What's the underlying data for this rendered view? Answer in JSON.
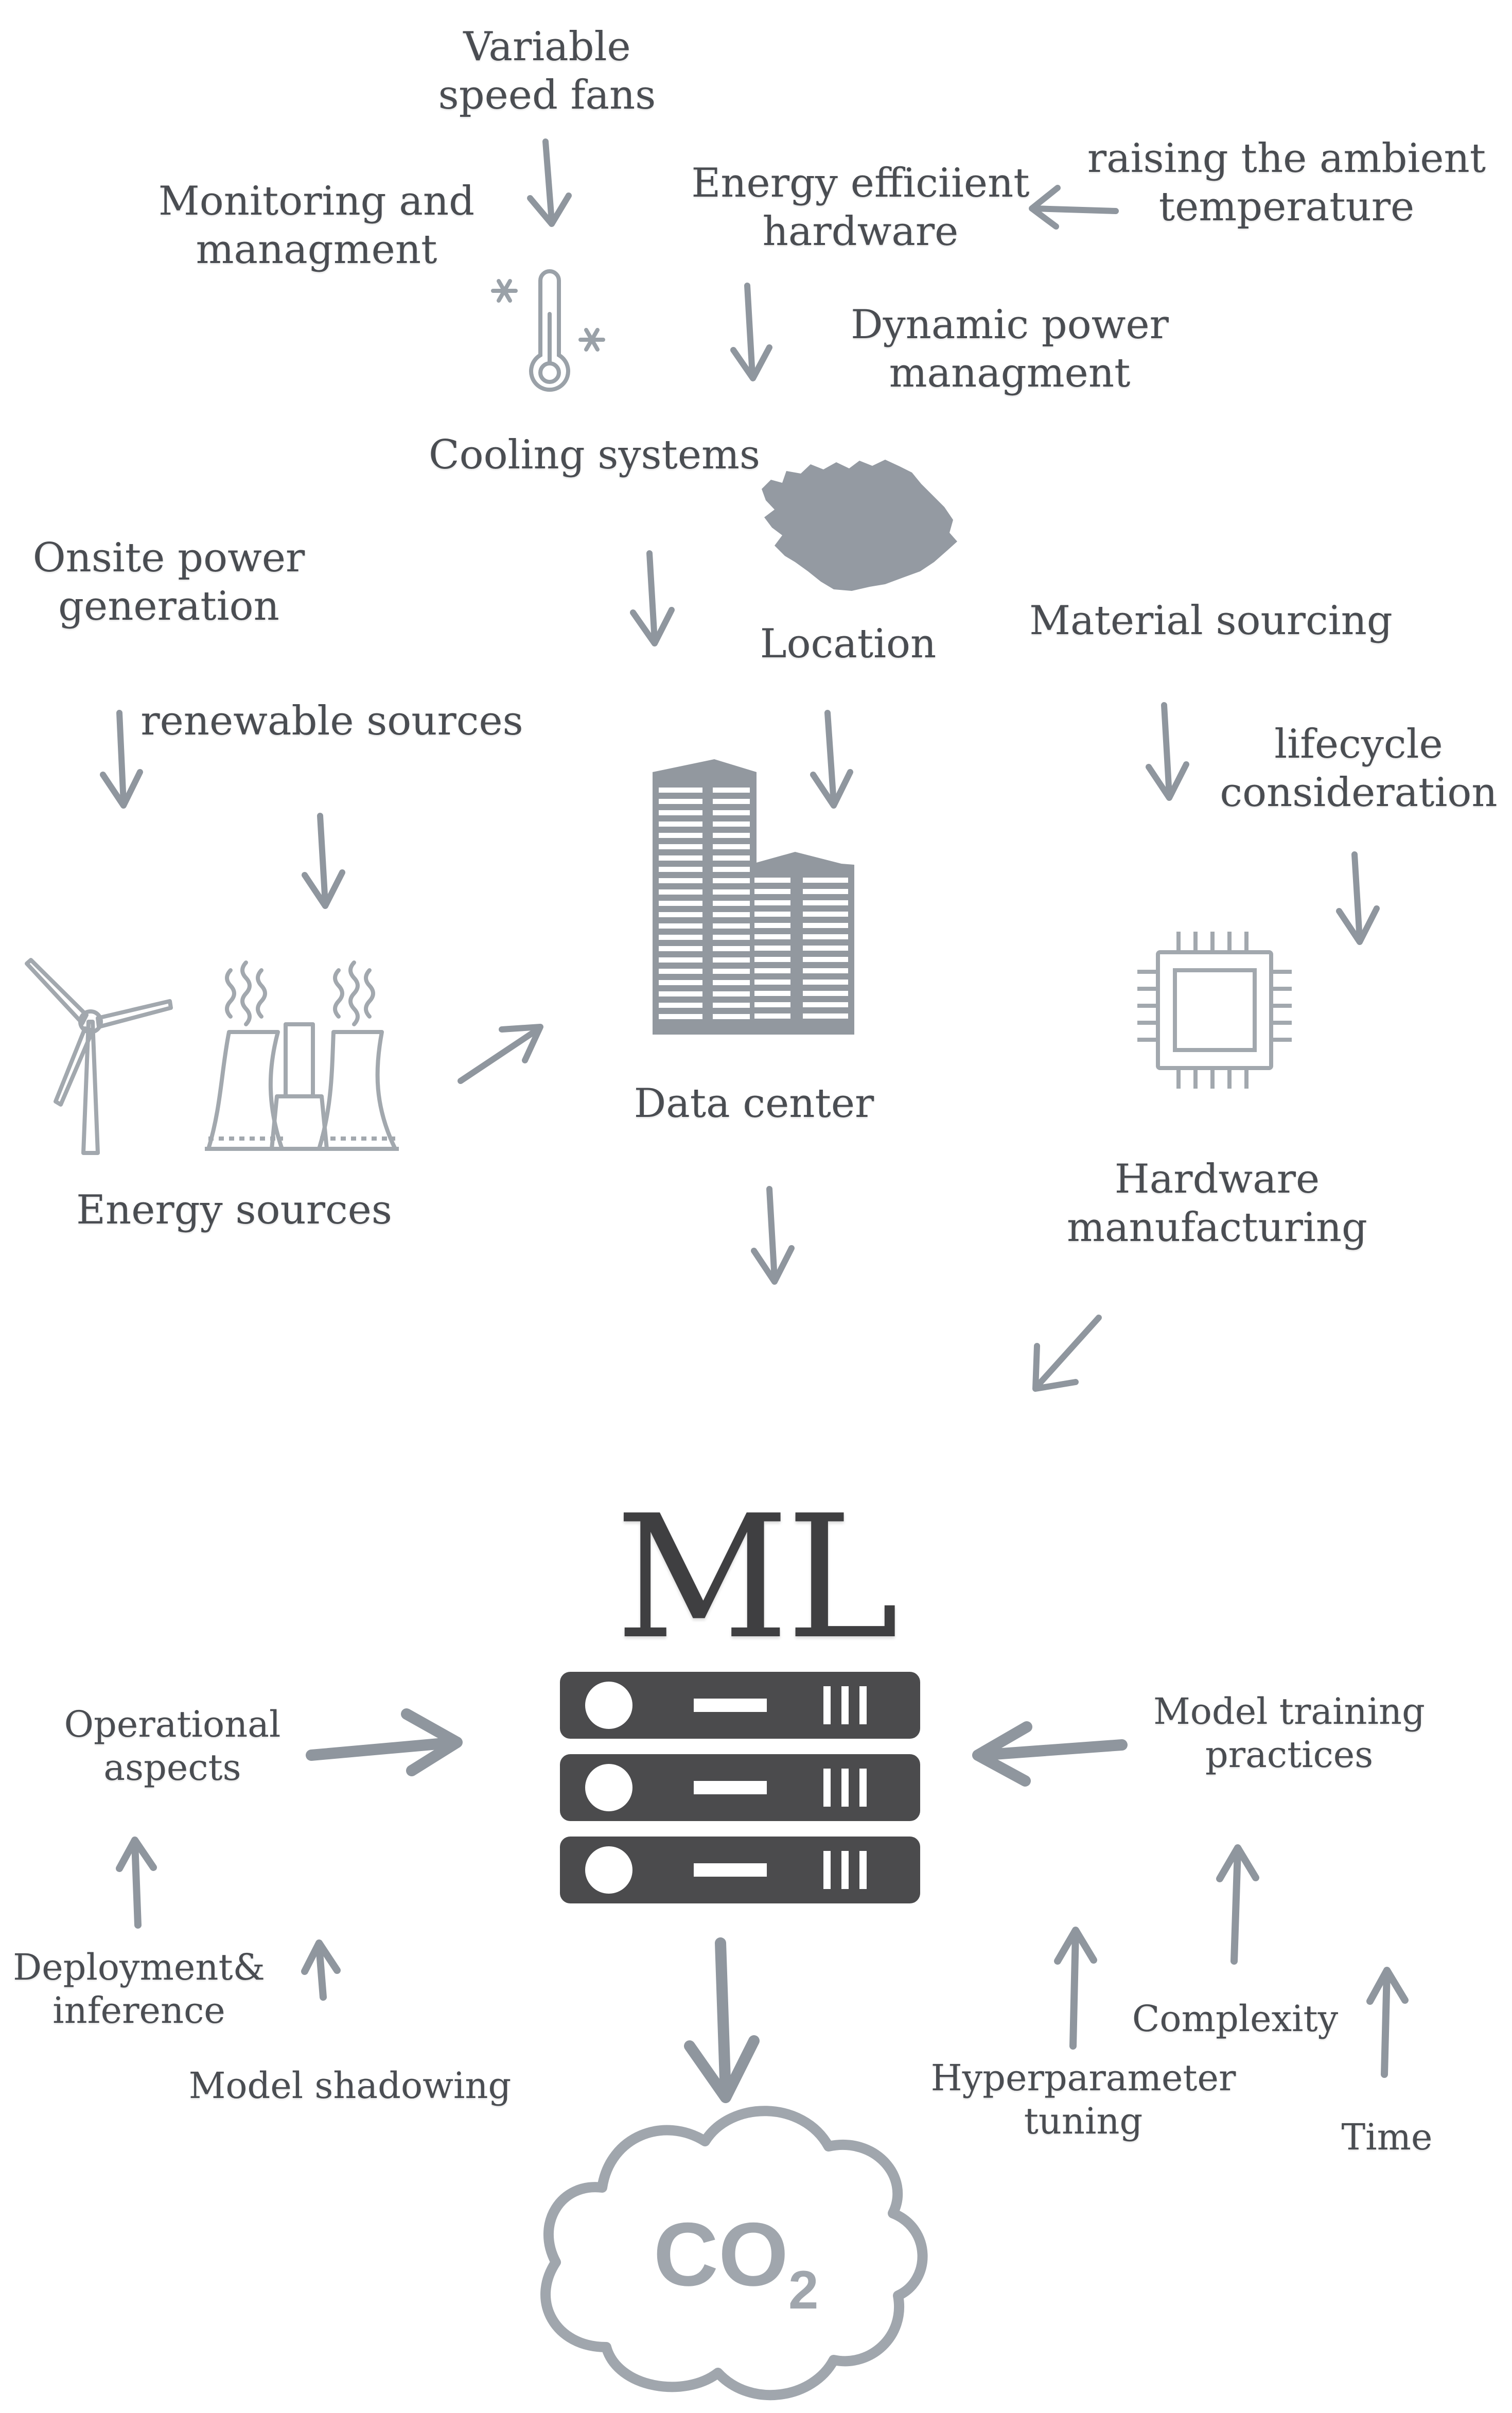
{
  "colors": {
    "arrow": "#8f969e",
    "icon": "#9aa1a8",
    "server": "#4b4b4d",
    "text": "#4a4d52"
  },
  "ml": {
    "title": "ML"
  },
  "cloud": {
    "co": "CO",
    "sub": "2"
  },
  "labels": {
    "variable_fans": [
      "Variable",
      "speed fans"
    ],
    "monitoring": [
      "Monitoring and",
      "managment"
    ],
    "efficient_hw": [
      "Energy efficiient",
      "hardware"
    ],
    "raising_temp": [
      "raising the ambient",
      "temperature"
    ],
    "dynamic_power": [
      "Dynamic power",
      "managment"
    ],
    "cooling": [
      "Cooling systems"
    ],
    "onsite_power": [
      "Onsite power",
      "generation"
    ],
    "location": [
      "Location"
    ],
    "material_sourcing": [
      "Material sourcing"
    ],
    "renewable": [
      "renewable sources"
    ],
    "lifecycle": [
      "lifecycle",
      "consideration"
    ],
    "data_center": [
      "Data center"
    ],
    "energy_sources": [
      "Energy sources"
    ],
    "hw_manufacturing": [
      "Hardware",
      "manufacturing"
    ],
    "operational": [
      "Operational",
      "aspects"
    ],
    "model_training": [
      "Model training",
      "practices"
    ],
    "deployment": [
      "Deployment&",
      "inference"
    ],
    "complexity": [
      "Complexity"
    ],
    "model_shadowing": [
      "Model shadowing"
    ],
    "hyperparameter": [
      "Hyperparameter",
      "tuning"
    ],
    "time": [
      "Time"
    ]
  }
}
